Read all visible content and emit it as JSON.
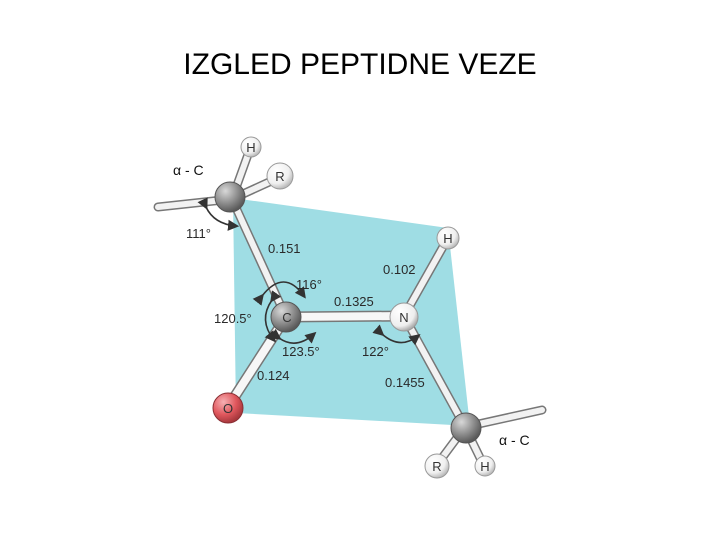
{
  "title": "IZGLED PEPTIDNE VEZE",
  "colors": {
    "plane": "#9fdde4",
    "bond": "#e8e8e8",
    "carbon": "#8c8c8c",
    "oxygen": "#e0575d",
    "hydrogen": "#f4f4f4",
    "arrow": "#333333"
  },
  "alpha_labels": {
    "left": "α - C",
    "right": "α - C"
  },
  "atoms": {
    "h_top": "H",
    "r_top": "R",
    "carbonyl_c": "C",
    "nitrogen": "N",
    "h_nitrogen": "H",
    "oxygen": "O",
    "r_bottom": "R",
    "h_bottom": "H"
  },
  "bond_lengths": {
    "ca_c": "0.151",
    "n_h": "0.102",
    "c_n": "0.1325",
    "c_o": "0.124",
    "n_ca": "0.1455"
  },
  "angles": {
    "alpha_left": "111°",
    "top_c": "116°",
    "left_c": "120.5°",
    "bottom_c": "123.5°",
    "at_n": "122°"
  }
}
